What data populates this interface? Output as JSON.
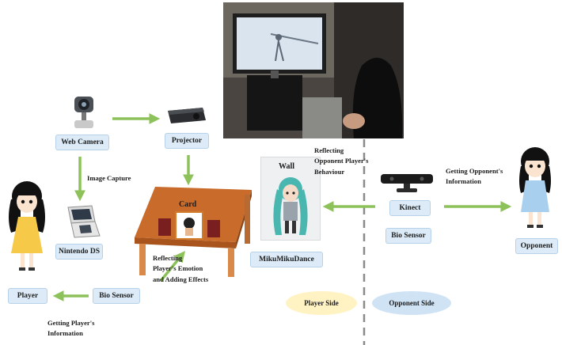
{
  "nodes": {
    "web_camera": "Web Camera",
    "projector": "Projector",
    "nintendo_ds": "Nintendo DS",
    "card": "Card",
    "wall": "Wall",
    "miku": "MikuMikuDance",
    "kinect": "Kinect",
    "bio_sensor_right": "Bio Sensor",
    "bio_sensor_left": "Bio Sensor",
    "player": "Player",
    "opponent": "Opponent"
  },
  "labels": {
    "image_capture": "Image Capture",
    "reflecting_opponent": [
      "Reflecting",
      "Opponent Player's",
      "Behaviour"
    ],
    "getting_opponent": [
      "Getting  Opponent's",
      "Information"
    ],
    "reflecting_player": [
      "Reflecting",
      "Player's Emotion",
      "and Adding Effects"
    ],
    "getting_player": [
      "Getting  Player's",
      "Information"
    ]
  },
  "sides": {
    "player_side": "Player Side",
    "opponent_side": "Opponent Side"
  },
  "colors": {
    "arrow": "#8dc25a",
    "box_fill": "#dcebf7",
    "player_side_fill": "#fff3c4",
    "opponent_side_fill": "#cfe3f5",
    "table_top": "#c96b2a",
    "table_leg": "#d9894a",
    "dash_line": "#8a8a8a"
  },
  "icons": {
    "web_camera": "webcam-icon",
    "projector": "projector-icon",
    "nintendo_ds": "handheld-console-icon",
    "kinect": "kinect-sensor-icon",
    "player": "girl-yellow-dress-icon",
    "opponent": "girl-blue-dress-icon",
    "miku": "miku-character-icon",
    "photo": "photo-user-at-display"
  }
}
